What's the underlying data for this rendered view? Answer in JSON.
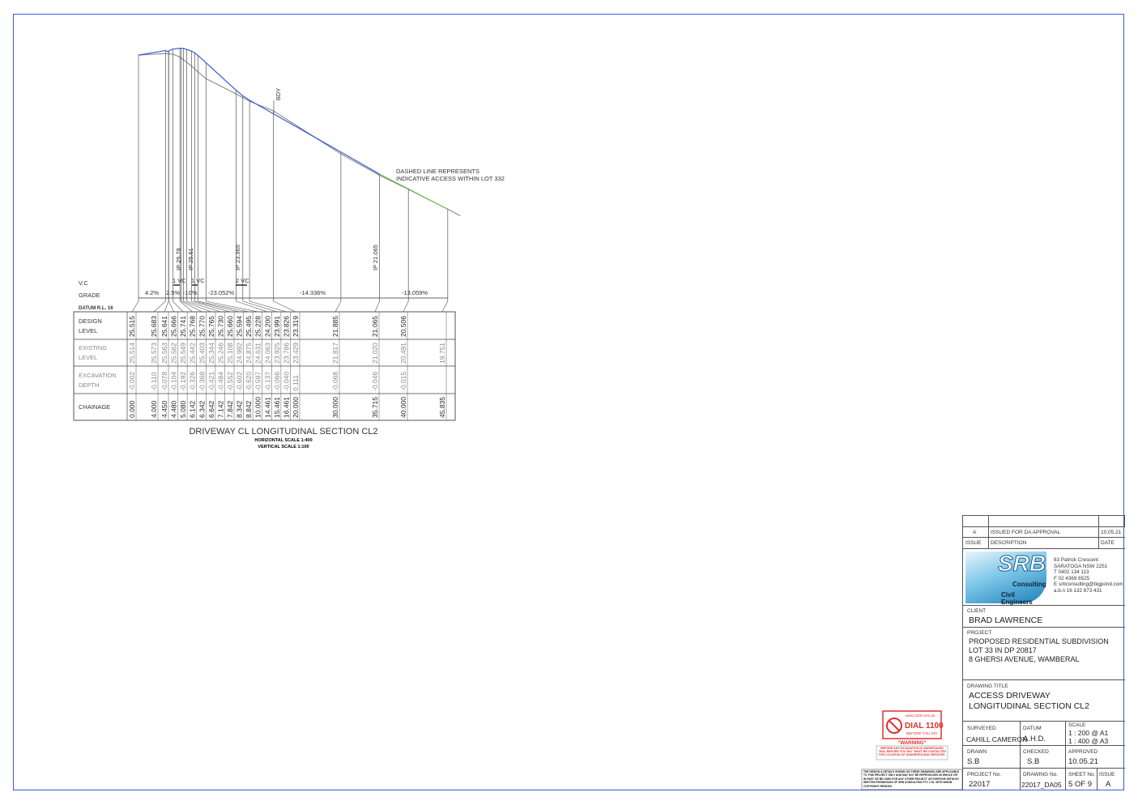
{
  "section": {
    "title": "DRIVEWAY CL LONGITUDINAL SECTION CL2",
    "horizontal_scale": "HORIZONTAL SCALE 1:400",
    "vertical_scale": "VERTICAL SCALE 1:100",
    "row_labels": {
      "vc": "V.C",
      "grade": "GRADE",
      "datum": "DATUM R.L. 16",
      "design_1": "DESIGN",
      "design_2": "LEVEL",
      "existing_1": "EXISTING",
      "existing_2": "LEVEL",
      "excavation_1": "EXCAVATION",
      "excavation_2": "DEPTH",
      "chainage": "CHAINAGE"
    },
    "chainage": [
      "0.000",
      "4.000",
      "4.450",
      "4.480",
      "5.080",
      "6.142",
      "6.342",
      "6.642",
      "7.142",
      "7.842",
      "8.342",
      "8.842",
      "10.000",
      "14.461",
      "15.461",
      "16.461",
      "20.000",
      "30.000",
      "35.715",
      "40.000",
      "45.835"
    ],
    "design_level": [
      "25.515",
      "25.683",
      "25.641",
      "25.666",
      "25.741",
      "25.768",
      "25.770",
      "25.765",
      "25.730",
      "25.660",
      "25.594",
      "25.495",
      "25.228",
      "24.200",
      "23.991",
      "23.826",
      "23.319",
      "21.885",
      "21.065",
      "20.506",
      ""
    ],
    "existing_level": [
      "25.514",
      "25.573",
      "25.563",
      "25.562",
      "25.549",
      "25.442",
      "25.403",
      "25.344",
      "25.246",
      "25.108",
      "24.992",
      "24.875",
      "24.631",
      "24.063",
      "23.925",
      "23.786",
      "23.429",
      "21.817",
      "21.020",
      "20.491",
      "19.751"
    ],
    "excavation_depth": [
      "-0.002",
      "-0.110",
      "-0.078",
      "-0.104",
      "-0.192",
      "-0.326",
      "-0.368",
      "-0.421",
      "-0.484",
      "-0.552",
      "-0.602",
      "-0.620",
      "-0.597",
      "-0.137",
      "-0.066",
      "-0.040",
      "0.111",
      "-0.068",
      "-0.046",
      "-0.015",
      ""
    ],
    "grades": [
      "4.2%",
      "2.5%",
      "-10%",
      "-23.052%",
      "-14.336%",
      "-13.059%"
    ],
    "vertical_curves": [
      "1 VC",
      "1 VC",
      "2 VC"
    ],
    "ip_labels": [
      "IP 25.78",
      "IP 25.61",
      "IP 23.969",
      "IP 21.065"
    ],
    "boundary_label": "BDY",
    "note_1": "DASHED LINE REPRESENTS",
    "note_2": "INDICATIVE ACCESS WITHIN LOT 332",
    "colors": {
      "design": "#3b5bdb",
      "existing": "#8a8a8a",
      "indicative": "#6dbf4b"
    }
  },
  "warning": {
    "url": "www.1100.com.au",
    "dial": "DIAL 1100",
    "before": "BEFORE YOU DIG",
    "title": "\"WARNING\"",
    "text": "BEFORE ANY EXCAVATION IS UNDERTAKEN \"DIAL BEFORE YOU DIG\" MUST BE CONTACTED FOR LOCATION OF UNDERGROUND SERVICES.",
    "copyright": "THE DESIGN & DETAILS SHOWN ON THESE DRAWINGS ARE APPLICABLE TO THIS PROJECT ONLY AND MAY NOT BE REPRODUCED IN WHOLE OR IN PART OR BE USED FOR ANY OTHER PROJECT OR PURPOSE WITHOUT WRITTEN PERMISSION OF SRB CONSULTING PTY. LTD. WITH WHOM COPYRIGHT RESIDES."
  },
  "title_block": {
    "revision": {
      "issue": "A",
      "description": "ISSUED FOR DA APPROVAL",
      "date": "10.05.21"
    },
    "headers": {
      "issue": "ISSUE",
      "description": "DESCRIPTION",
      "date": "DATE"
    },
    "company": {
      "logo_text": "SRB",
      "line1": "Consulting",
      "line2": "Civil Engineers",
      "address": [
        "83 Patrick Crescent",
        "SARATOGA NSW 2251",
        "T 0402 134 113",
        "F 02 4369 6525",
        "E srbconsulting@bigpond.com",
        "a.b.n 16 132 873 431"
      ]
    },
    "client_label": "CLIENT",
    "client": "BRAD LAWRENCE",
    "project_label": "PROJECT",
    "project": [
      "PROPOSED RESIDENTIAL SUBDIVISION",
      "LOT 33 IN DP 20817",
      "8 GHERSI AVENUE, WAMBERAL"
    ],
    "drawing_title_label": "DRAWING TITLE",
    "drawing_title": [
      "ACCESS DRIVEWAY",
      "LONGITUDINAL SECTION CL2"
    ],
    "surveyed_label": "SURVEYED",
    "surveyed": "CAHILL CAMERON",
    "datum_label": "DATUM",
    "datum": "A.H.D.",
    "scale_label": "SCALE",
    "scale": [
      "1 : 200 @ A1",
      "1 : 400 @ A3"
    ],
    "drawn_label": "DRAWN",
    "drawn": "S.B",
    "checked_label": "CHECKED",
    "checked": "S.B",
    "approved_label": "APPROVED",
    "approved": "10.05.21",
    "project_no_label": "PROJECT No.",
    "project_no": "22017",
    "drawing_no_label": "DRAWING No.",
    "drawing_no": "22017_DA05",
    "sheet_no_label": "SHEET No.",
    "sheet_no": "5 OF 9",
    "issue_label": "ISSUE",
    "issue": "A"
  }
}
